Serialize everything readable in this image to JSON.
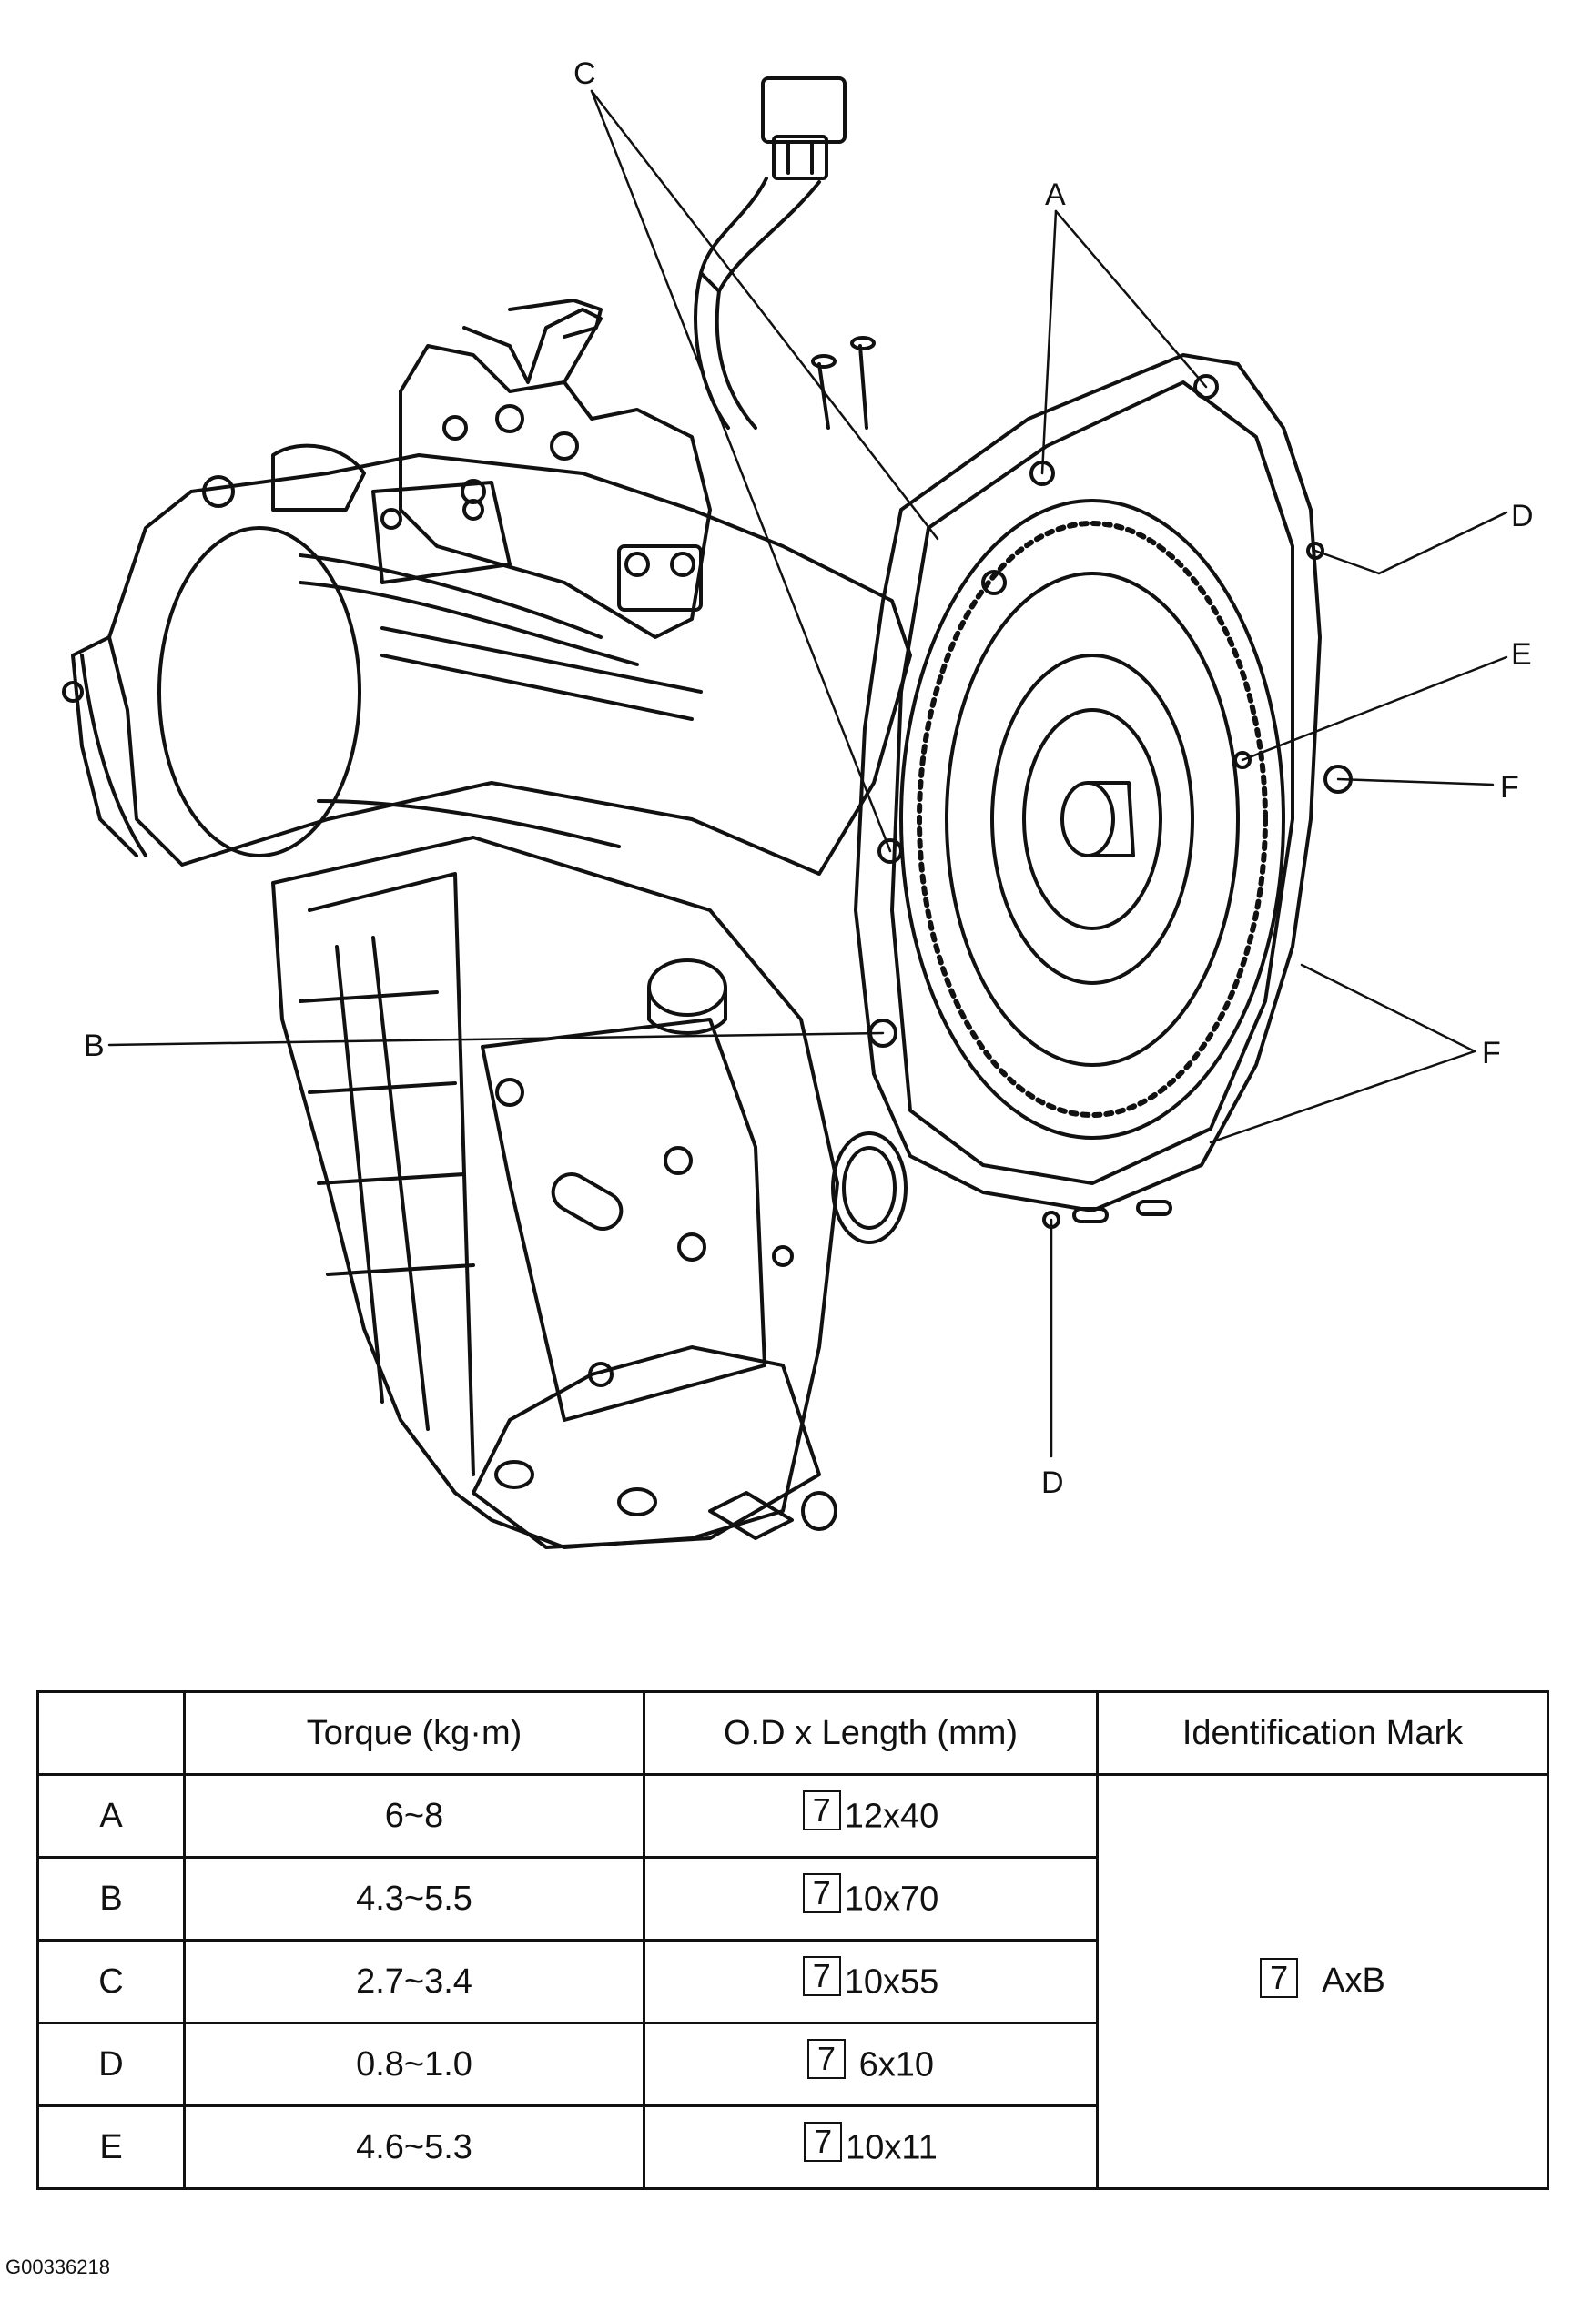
{
  "callouts": {
    "A": "A",
    "B": "B",
    "C": "C",
    "D_top": "D",
    "D_bottom": "D",
    "E": "E",
    "F_side": "F",
    "F_lower": "F"
  },
  "table": {
    "headers": [
      "",
      "Torque (kg·m)",
      "O.D x Length (mm)",
      "Identification Mark"
    ],
    "rows": [
      {
        "id": "A",
        "torque": "6~8",
        "mark": "7",
        "od": "12x40"
      },
      {
        "id": "B",
        "torque": "4.3~5.5",
        "mark": "7",
        "od": "10x70"
      },
      {
        "id": "C",
        "torque": "2.7~3.4",
        "mark": "7",
        "od": "10x55"
      },
      {
        "id": "D",
        "torque": "0.8~1.0",
        "mark": "7",
        "od": " 6x10"
      },
      {
        "id": "E",
        "torque": "4.6~5.3",
        "mark": "7",
        "od": "10x11"
      }
    ],
    "identification": {
      "mark": "7",
      "text": "AxB"
    }
  },
  "figure_code": "G00336218"
}
